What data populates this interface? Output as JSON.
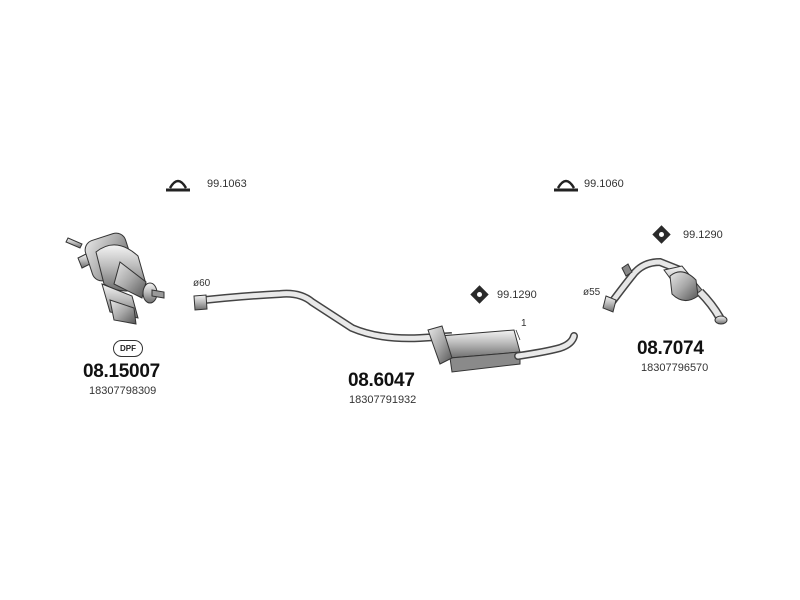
{
  "clamp_left": "99.1063",
  "clamp_right": "99.1060",
  "mount_middle": "99.1290",
  "mount_right": "99.1290",
  "dpf_badge": "DPF",
  "diameter_middle": "ø60",
  "diameter_right": "ø55",
  "marker_one": "1",
  "parts": [
    {
      "number": "08.15007",
      "oem": "18307798309"
    },
    {
      "number": "08.6047",
      "oem": "18307791932"
    },
    {
      "number": "08.7074",
      "oem": "18307796570"
    }
  ]
}
